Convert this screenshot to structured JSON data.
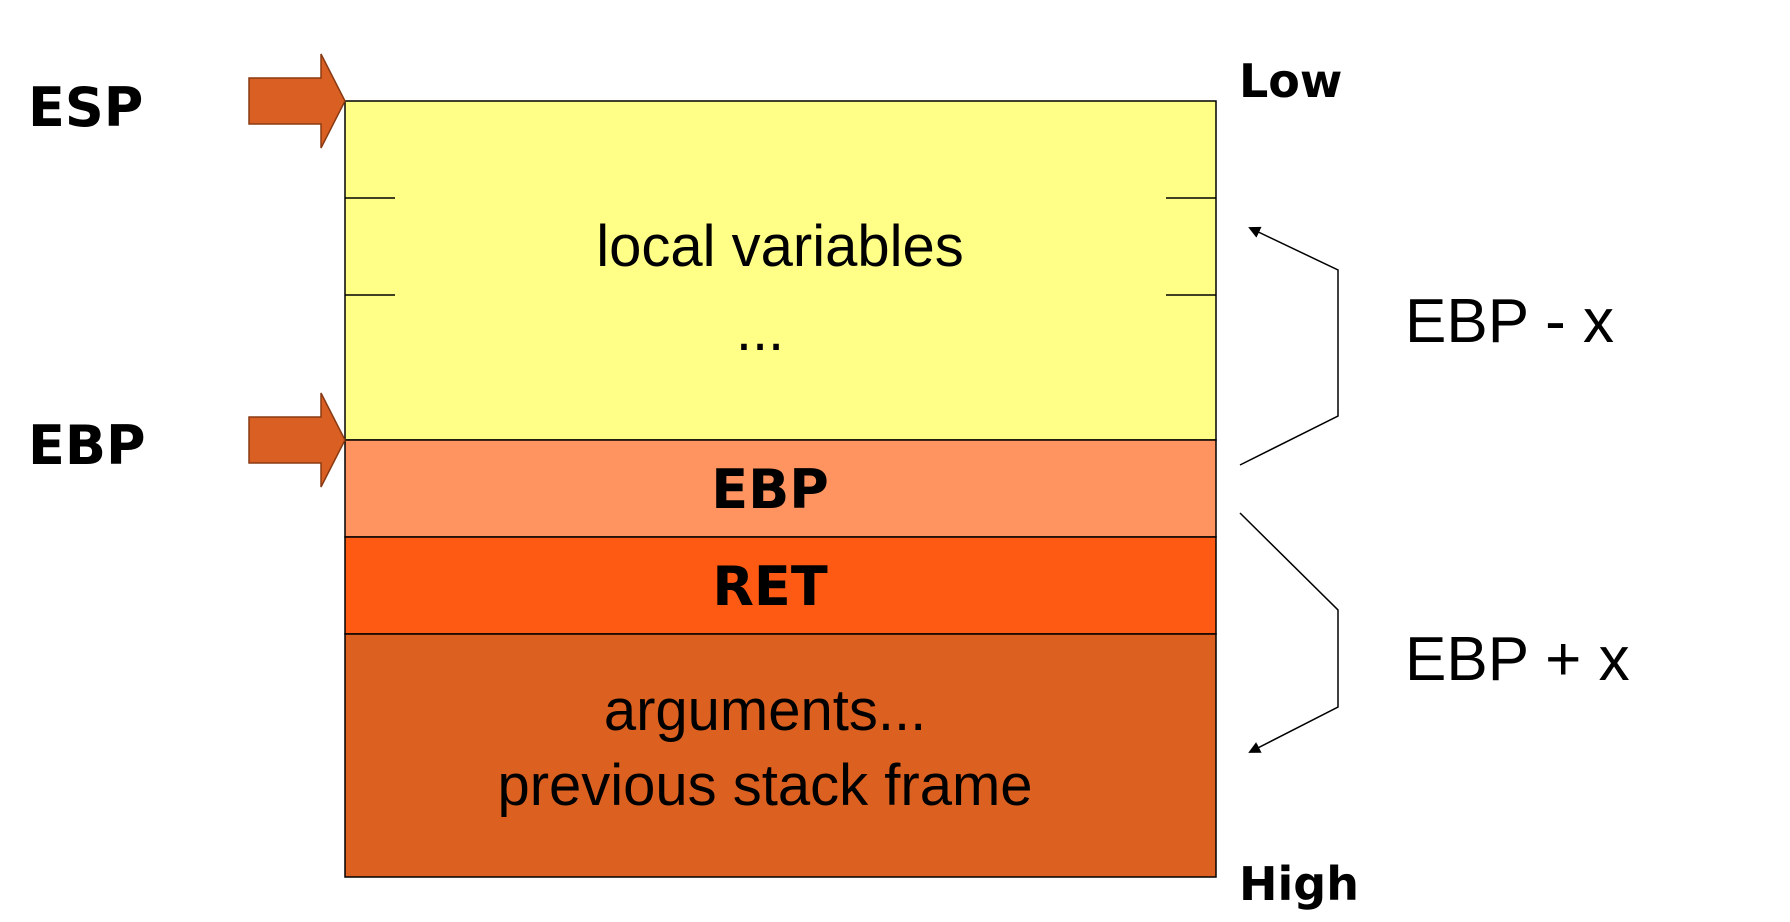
{
  "colors": {
    "background": "#ffffff",
    "local_variables": "#ffff88",
    "saved_ebp": "#ff9460",
    "ret": "#ff5a14",
    "arguments": "#dc6020",
    "pointer_arrow": "#d95f22",
    "outline": "#000000"
  },
  "pointers": {
    "esp_label": "ESP",
    "ebp_label": "EBP"
  },
  "address_labels": {
    "low": "Low",
    "high": "High"
  },
  "stack": {
    "local_variables_line1": "local variables",
    "local_variables_line2": "...",
    "saved_ebp": "EBP",
    "ret": "RET",
    "arguments_line1": "arguments...",
    "arguments_line2": "previous stack frame"
  },
  "offsets": {
    "negative": "EBP - x",
    "positive": "EBP + x"
  }
}
